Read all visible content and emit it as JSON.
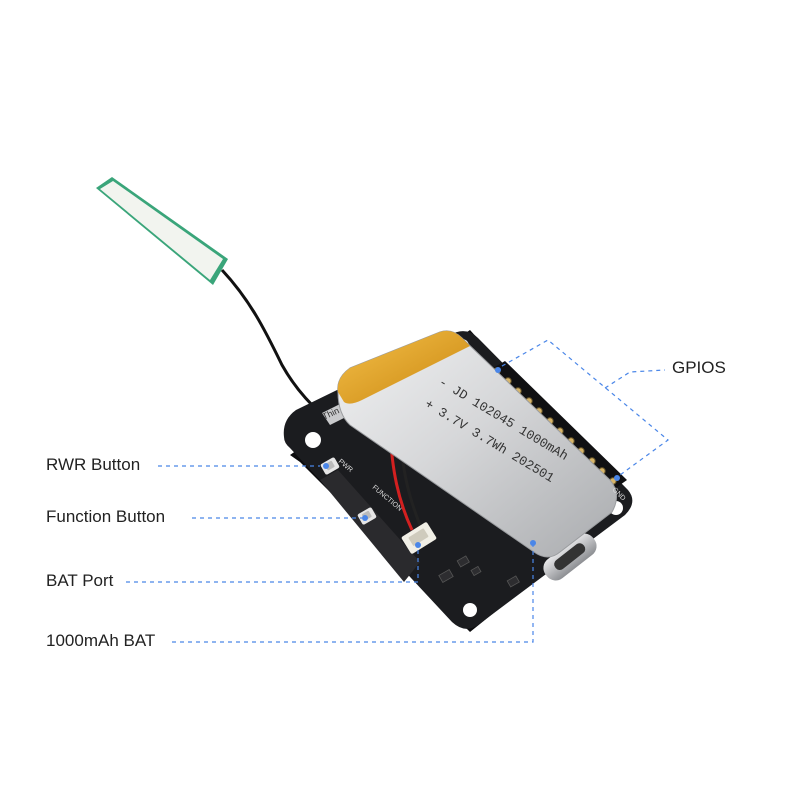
{
  "callouts": {
    "gpios": "GPIOS",
    "pwr_button": "RWR Button",
    "function_button": "Function Button",
    "bat_port": "BAT Port",
    "battery": "1000mAh BAT"
  },
  "battery_label": {
    "line1": "- JD 102045 1000mAh",
    "line2": "+ 3.7V 3.7Wh 202501"
  },
  "board_silkscreen": {
    "brand": "Thin",
    "pwr": "PWR",
    "function": "FUNCTION",
    "gnd": "GND"
  },
  "colors": {
    "pcb": "#1b1c1f",
    "battery_wrap": "#d9dadc",
    "kapton": "#e3a21a",
    "leader_line": "#4a86e8",
    "antenna": "#f2f4ef",
    "antenna_edge": "#3aa57a"
  }
}
